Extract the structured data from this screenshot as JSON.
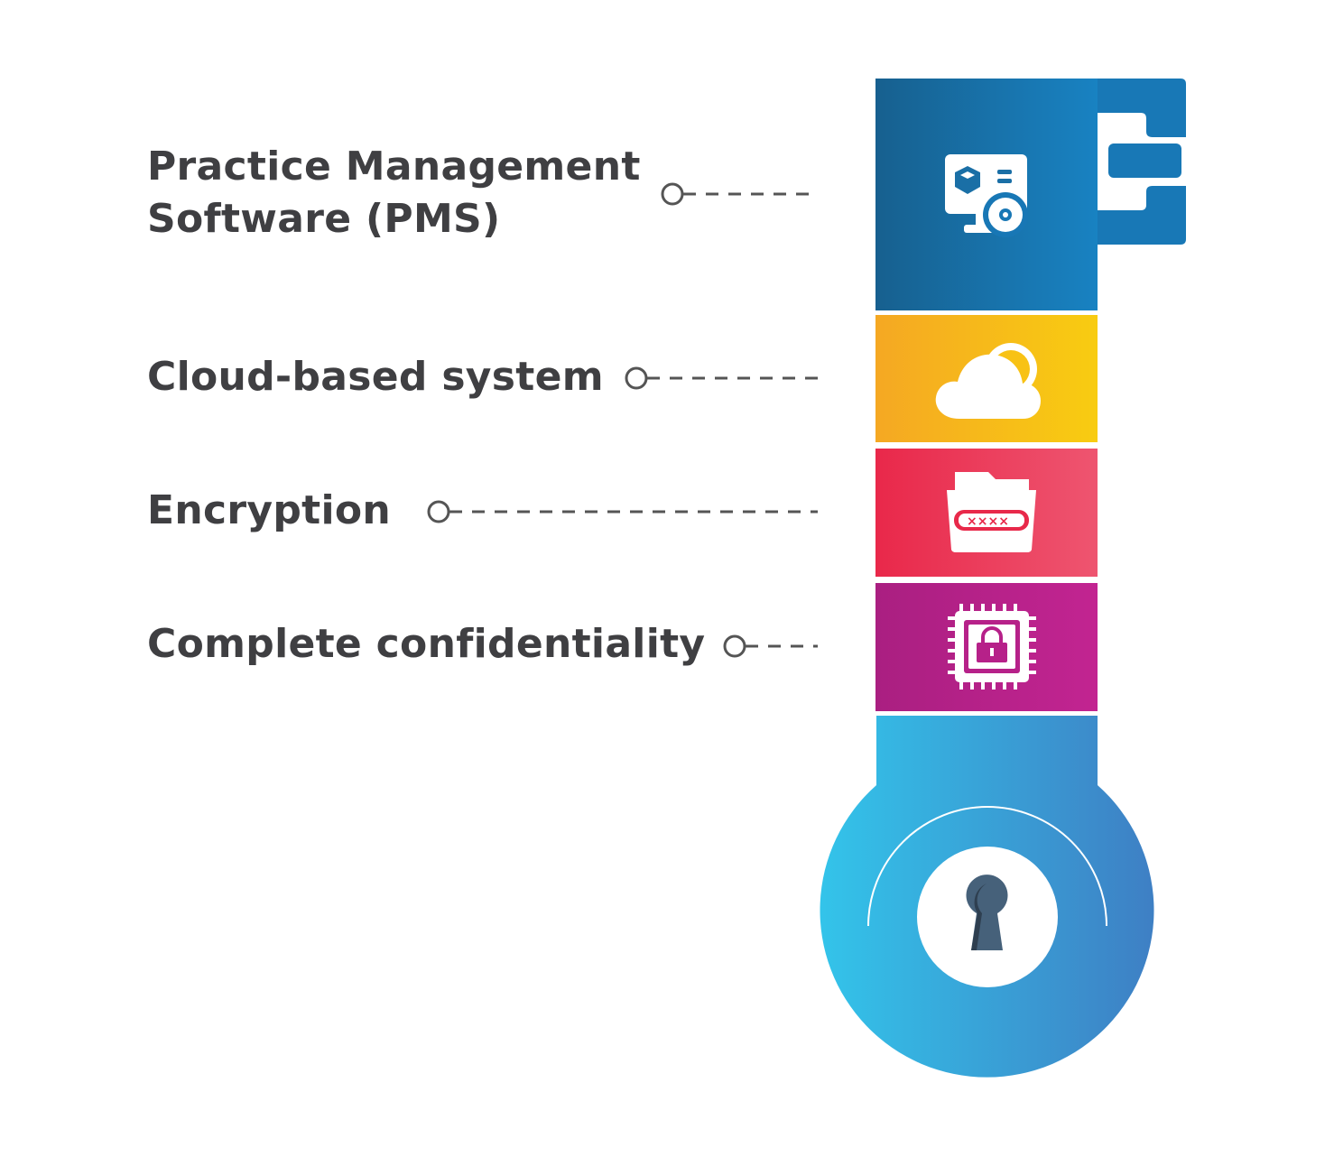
{
  "items": [
    {
      "line1": "Practice Management",
      "line2": "Software (PMS)",
      "icon": "computer-settings-icon",
      "color_start": "#17608f",
      "color_end": "#1882c2"
    },
    {
      "line1": "Cloud-based system",
      "icon": "cloud-icon",
      "color_start": "#f5a823",
      "color_end": "#f8cc11"
    },
    {
      "line1": "Encryption",
      "icon": "encrypted-folder-icon",
      "color_start": "#e9284a",
      "color_end": "#ee5570"
    },
    {
      "line1": "Complete confidentiality",
      "icon": "secure-chip-icon",
      "color_start": "#aa1f81",
      "color_end": "#c22491"
    }
  ],
  "icon_on_folder": "××××_",
  "key_handle": {
    "icon": "keyhole-icon",
    "color_start": "#33c4ea",
    "color_end": "#3e7fc4"
  },
  "text_color": "#3f3f42",
  "connector_color": "#555555"
}
